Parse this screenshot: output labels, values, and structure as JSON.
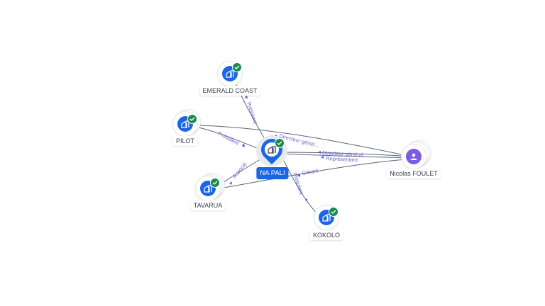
{
  "nodes": [
    {
      "id": "emerald",
      "label": "EMERALD COAST",
      "type": "company",
      "verified": true,
      "icon": "building-icon"
    },
    {
      "id": "pilot",
      "label": "PILOT",
      "type": "company",
      "verified": true,
      "icon": "building-icon"
    },
    {
      "id": "napali",
      "label": "NA PALI",
      "type": "company",
      "verified": true,
      "central": true,
      "icon": "building-icon"
    },
    {
      "id": "tavarua",
      "label": "TAVARUA",
      "type": "company",
      "verified": true,
      "icon": "building-icon"
    },
    {
      "id": "kokolo",
      "label": "KOKOLO",
      "type": "company",
      "verified": true,
      "icon": "building-icon"
    },
    {
      "id": "foulet",
      "label": "Nicolas FOULET",
      "type": "person",
      "verified": false,
      "icon": "person-icon"
    }
  ],
  "edges": [
    {
      "from": "emerald",
      "to": "napali",
      "label": "Président"
    },
    {
      "from": "pilot",
      "to": "napali",
      "label": "Président"
    },
    {
      "from": "napali",
      "to": "tavarua",
      "label": "Associé"
    },
    {
      "from": "foulet",
      "to": "pilot",
      "label": "Directeur génér..."
    },
    {
      "from": "foulet",
      "to": "napali",
      "label": "Directeur général"
    },
    {
      "from": "foulet",
      "to": "napali",
      "label": "Représentant"
    },
    {
      "from": "foulet",
      "to": "tavarua",
      "label": "Gérant"
    },
    {
      "from": "napali",
      "to": "kokolo",
      "label": "Président"
    }
  ],
  "colors": {
    "company": "#1b66e6",
    "person": "#7c5ce0",
    "verified": "#1b8a4a",
    "edge": "#5a6577",
    "edge_label": "#6b63d6"
  }
}
